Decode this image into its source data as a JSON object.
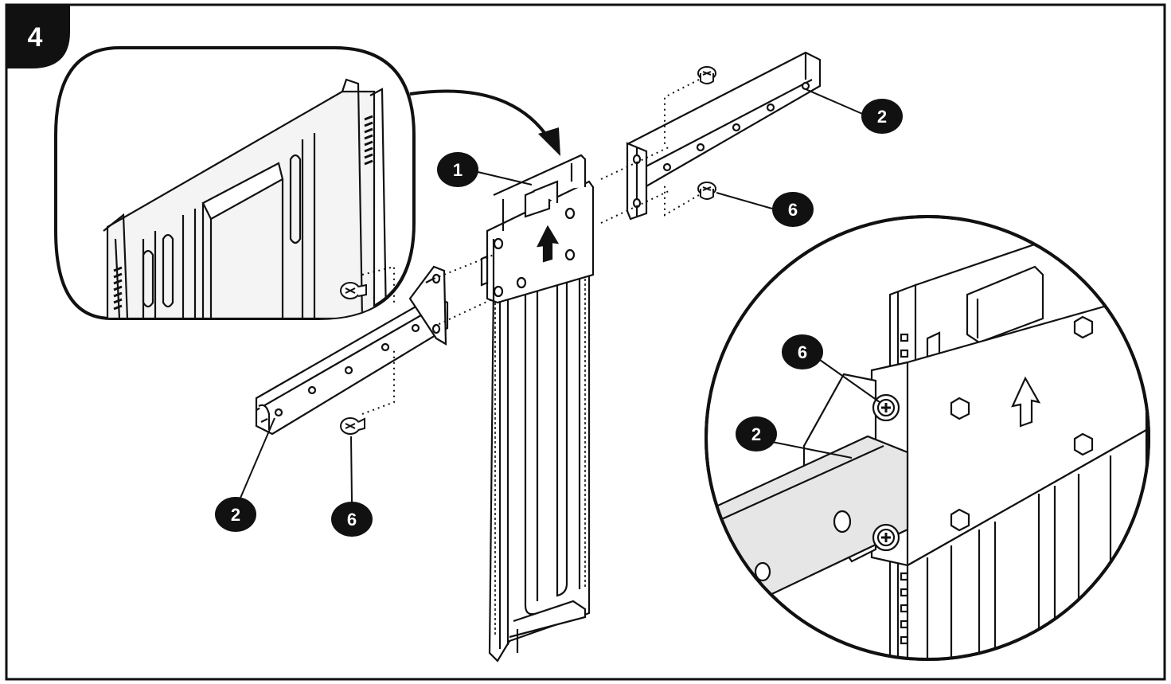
{
  "step": {
    "number": "4"
  },
  "callouts": [
    {
      "id": "bracket",
      "label": "1"
    },
    {
      "id": "rail-right",
      "label": "2"
    },
    {
      "id": "rail-left",
      "label": "2"
    },
    {
      "id": "rail-detail",
      "label": "2"
    },
    {
      "id": "screws-right",
      "label": "6"
    },
    {
      "id": "screws-left",
      "label": "6"
    },
    {
      "id": "screw-detail",
      "label": "6"
    }
  ],
  "colors": {
    "ink": "#111111",
    "paper": "#ffffff",
    "shade": "#e6e6e6"
  }
}
